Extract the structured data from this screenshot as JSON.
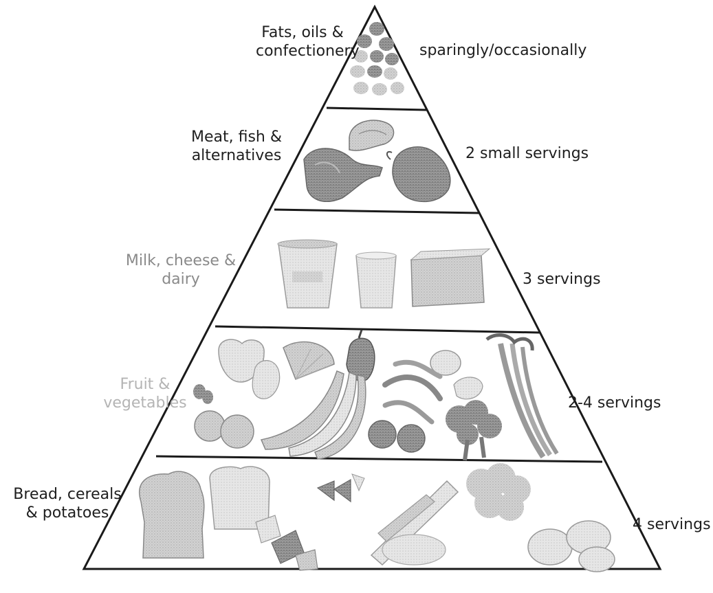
{
  "tiers": [
    {
      "id": "fats",
      "group_lines": [
        "Fats, oils &",
        "confectionery"
      ],
      "servings": "sparingly/occasionally",
      "foods": [
        "sweets-icon"
      ]
    },
    {
      "id": "meat",
      "group_lines": [
        "Meat, fish &",
        "alternatives"
      ],
      "servings": "2 small servings",
      "foods": [
        "salmon-steak-icon",
        "lamb-chop-icon",
        "chicken-icon"
      ]
    },
    {
      "id": "dairy",
      "group_lines": [
        "Milk, cheese &",
        "dairy"
      ],
      "servings": "3 servings",
      "foods": [
        "yogurt-pot-icon",
        "milk-glass-icon",
        "cheese-block-icon"
      ]
    },
    {
      "id": "fruit-veg",
      "group_lines": [
        "Fruit &",
        "vegetables"
      ],
      "servings": "2-4 servings",
      "foods": [
        "apple-icon",
        "orange-slice-icon",
        "pepper-icon",
        "banana-icon",
        "potato-icon",
        "green-beans-icon",
        "broccoli-icon",
        "celery-icon",
        "tomato-icon",
        "strawberry-icon"
      ]
    },
    {
      "id": "bread",
      "group_lines": [
        "Bread, cereals",
        "& potatoes"
      ],
      "servings": "4 servings",
      "foods": [
        "bread-slice-icon",
        "crispbread-icon",
        "pasta-icon",
        "farfalle-icon",
        "leek-icon",
        "cauliflower-icon",
        "lettuce-icon",
        "potatoes-icon"
      ]
    }
  ],
  "colors": {
    "outline": "#1a1a1a",
    "food_fill": "#c9c9c9",
    "food_dark": "#8f8f8f"
  }
}
